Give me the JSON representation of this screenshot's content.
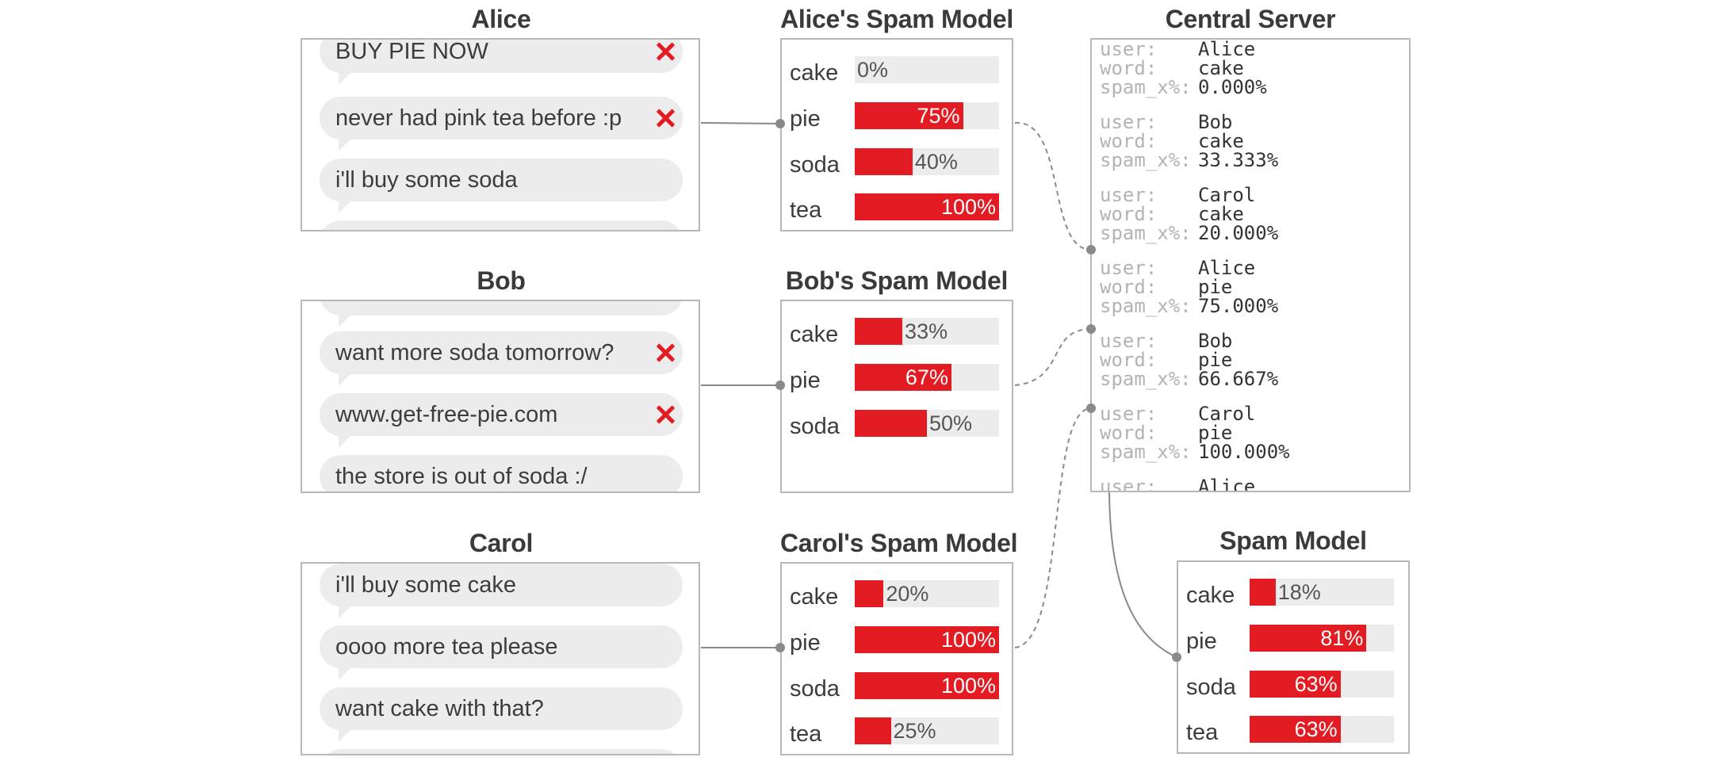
{
  "clients": [
    {
      "name": "Alice",
      "messages": [
        {
          "text": "BUY PIE NOW",
          "spam": true
        },
        {
          "text": "never had pink tea before :p",
          "spam": true
        },
        {
          "text": "i'll buy some soda",
          "spam": false
        },
        {
          "text": "",
          "spam": false
        }
      ],
      "model": {
        "title": "Alice's Spam Model",
        "rows": [
          {
            "word": "cake",
            "pct": 0,
            "label": "0%"
          },
          {
            "word": "pie",
            "pct": 75,
            "label": "75%"
          },
          {
            "word": "soda",
            "pct": 40,
            "label": "40%"
          },
          {
            "word": "tea",
            "pct": 100,
            "label": "100%"
          }
        ]
      }
    },
    {
      "name": "Bob",
      "messages": [
        {
          "text": "",
          "spam": false
        },
        {
          "text": "want more soda tomorrow?",
          "spam": true
        },
        {
          "text": "www.get-free-pie.com",
          "spam": true
        },
        {
          "text": "the store is out of soda :/",
          "spam": false
        }
      ],
      "model": {
        "title": "Bob's Spam Model",
        "rows": [
          {
            "word": "cake",
            "pct": 33,
            "label": "33%"
          },
          {
            "word": "pie",
            "pct": 67,
            "label": "67%"
          },
          {
            "word": "soda",
            "pct": 50,
            "label": "50%"
          }
        ]
      }
    },
    {
      "name": "Carol",
      "messages": [
        {
          "text": "i'll buy some cake",
          "spam": false
        },
        {
          "text": "oooo more tea please",
          "spam": false
        },
        {
          "text": "want cake with that?",
          "spam": false
        },
        {
          "text": "",
          "spam": false
        }
      ],
      "model": {
        "title": "Carol's Spam Model",
        "rows": [
          {
            "word": "cake",
            "pct": 20,
            "label": "20%"
          },
          {
            "word": "pie",
            "pct": 100,
            "label": "100%"
          },
          {
            "word": "soda",
            "pct": 100,
            "label": "100%"
          },
          {
            "word": "tea",
            "pct": 25,
            "label": "25%"
          }
        ]
      }
    }
  ],
  "server": {
    "title": "Central Server",
    "keys": {
      "user": "user:",
      "word": "word:",
      "spam": "spam_x%:"
    },
    "entries": [
      {
        "user": "Alice",
        "word": "cake",
        "spam": "0.000%"
      },
      {
        "user": "Bob",
        "word": "cake",
        "spam": "33.333%"
      },
      {
        "user": "Carol",
        "word": "cake",
        "spam": "20.000%"
      },
      {
        "user": "Alice",
        "word": "pie",
        "spam": "75.000%"
      },
      {
        "user": "Bob",
        "word": "pie",
        "spam": "66.667%"
      },
      {
        "user": "Carol",
        "word": "pie",
        "spam": "100.000%"
      },
      {
        "user": "Alice",
        "word": "",
        "spam": ""
      }
    ]
  },
  "global_model": {
    "title": "Spam Model",
    "rows": [
      {
        "word": "cake",
        "pct": 18,
        "label": "18%"
      },
      {
        "word": "pie",
        "pct": 81,
        "label": "81%"
      },
      {
        "word": "soda",
        "pct": 63,
        "label": "63%"
      },
      {
        "word": "tea",
        "pct": 63,
        "label": "63%"
      }
    ]
  },
  "colors": {
    "spam_red": "#e31b23",
    "bubble_gray": "#ececec",
    "border_gray": "#b8b8b8",
    "line_gray": "#8a8a8a"
  }
}
